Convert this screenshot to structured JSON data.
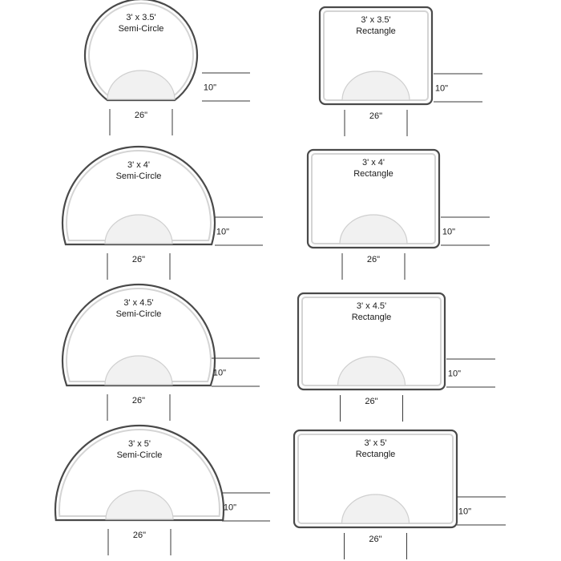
{
  "mats": [
    {
      "id": "semi-3x3-5",
      "shape": "semicircle",
      "size": "3' x 3.5'",
      "shape_label": "Semi-Circle",
      "cutout_depth": "10\"",
      "cutout_width": "26\""
    },
    {
      "id": "rect-3x3-5",
      "shape": "rectangle",
      "size": "3' x 3.5'",
      "shape_label": "Rectangle",
      "cutout_depth": "10\"",
      "cutout_width": "26\""
    },
    {
      "id": "semi-3x4",
      "shape": "semicircle",
      "size": "3' x 4'",
      "shape_label": "Semi-Circle",
      "cutout_depth": "10\"",
      "cutout_width": "26\""
    },
    {
      "id": "rect-3x4",
      "shape": "rectangle",
      "size": "3' x 4'",
      "shape_label": "Rectangle",
      "cutout_depth": "10\"",
      "cutout_width": "26\""
    },
    {
      "id": "semi-3x4-5",
      "shape": "semicircle",
      "size": "3' x 4.5'",
      "shape_label": "Semi-Circle",
      "cutout_depth": "10\"",
      "cutout_width": "26\""
    },
    {
      "id": "rect-3x4-5",
      "shape": "rectangle",
      "size": "3' x 4.5'",
      "shape_label": "Rectangle",
      "cutout_depth": "10\"",
      "cutout_width": "26\""
    },
    {
      "id": "semi-3x5",
      "shape": "semicircle",
      "size": "3' x 5'",
      "shape_label": "Semi-Circle",
      "cutout_depth": "10\"",
      "cutout_width": "26\""
    },
    {
      "id": "rect-3x5",
      "shape": "rectangle",
      "size": "3' x 5'",
      "shape_label": "Rectangle",
      "cutout_depth": "10\"",
      "cutout_width": "26\""
    }
  ]
}
